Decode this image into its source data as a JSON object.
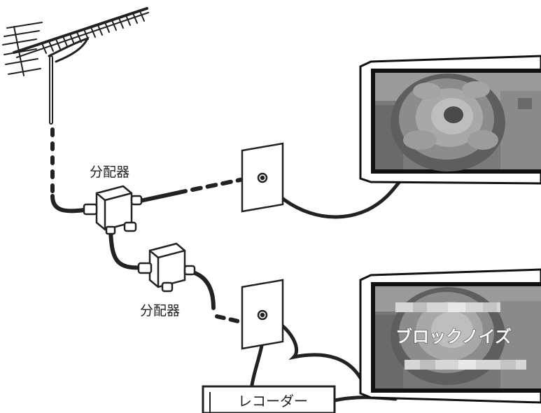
{
  "labels": {
    "splitter_top": "分配器",
    "splitter_bottom": "分配器",
    "block_noise": "ブロックノイズ",
    "recorder": "レコーダー"
  },
  "colors": {
    "cable": "#222222",
    "tv_frame": "#111111",
    "screen_bg": "#6f6f6f",
    "noise_bar": "#cfcfcf"
  }
}
